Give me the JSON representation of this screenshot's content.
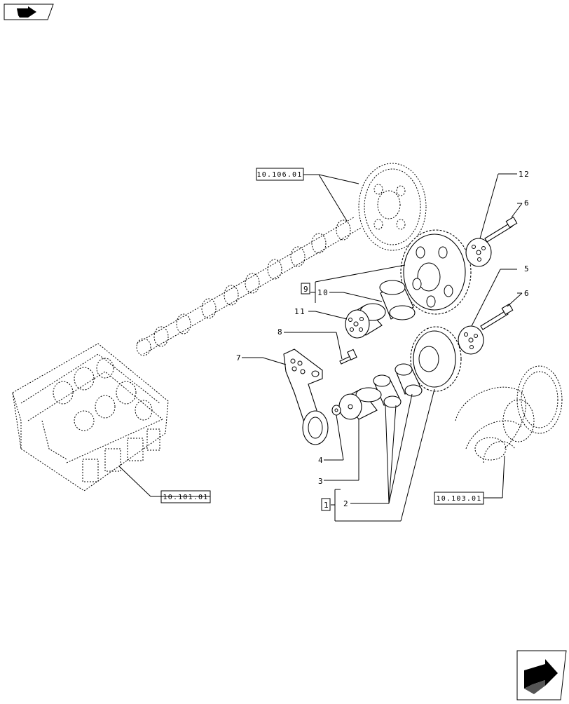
{
  "nav": {
    "top_left_icon": "page-navigation-icon",
    "bottom_right_icon": "next-page-arrow-icon"
  },
  "refs": {
    "camshaft": "10.106.01",
    "cylinder_head": "10.101.01",
    "crankshaft": "10.103.01"
  },
  "callouts": {
    "c1": "1",
    "c2": "2",
    "c3": "3",
    "c4": "4",
    "c5": "5",
    "c6a": "6",
    "c6b": "6",
    "c7": "7",
    "c8": "8",
    "c9": "9",
    "c10": "10",
    "c11": "11",
    "c12": "12"
  }
}
